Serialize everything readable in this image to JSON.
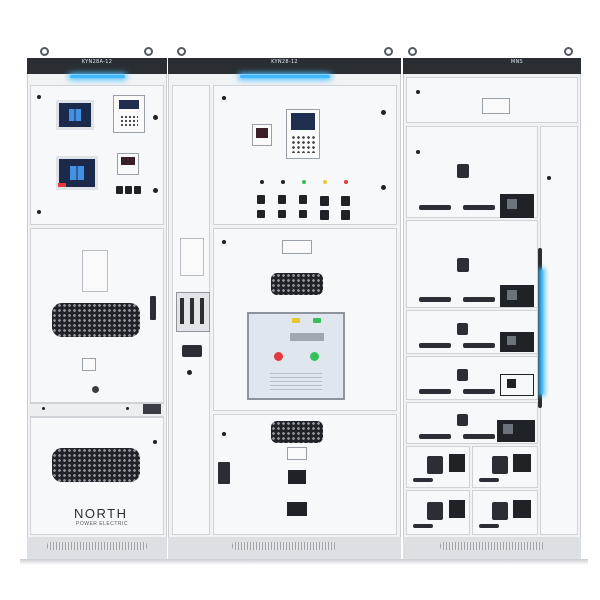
{
  "product": {
    "brand_name": "NORTH",
    "brand_tagline": "POWER ELECTRIC"
  },
  "cabinets": [
    {
      "label": "KYN28A-12",
      "glow_color": "#3fb8ff"
    },
    {
      "label": "KYN28-12",
      "glow_color": "#3fb8ff"
    },
    {
      "label": "MNS",
      "glow_color": "#3fb8ff"
    }
  ],
  "colors": {
    "body": "#f1f2f4",
    "frame": "#2a2e33",
    "accent_glow": "#3fb8ff",
    "indicator_red": "#e23b3b",
    "indicator_green": "#35c15a",
    "indicator_yellow": "#e6c832"
  }
}
